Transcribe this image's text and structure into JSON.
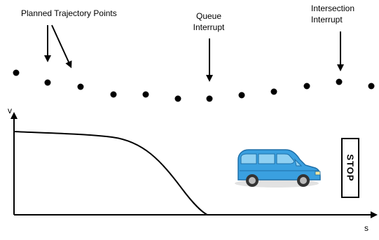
{
  "labels": {
    "planned_points": "Planned Trajectory Points",
    "queue_line1": "Queue",
    "queue_line2": "Interrupt",
    "intersection_line1": "Intersection",
    "intersection_line2": "Interrupt",
    "axis_v": "v",
    "axis_s": "s",
    "stop": "STOP"
  },
  "icons": {
    "vehicle": "minivan-icon",
    "stop_sign": "stop-sign-icon"
  },
  "colors": {
    "ink": "#000000",
    "van_body": "#3aa0e0",
    "van_dark": "#1e6fa8",
    "van_window": "#8fd0f2"
  }
}
